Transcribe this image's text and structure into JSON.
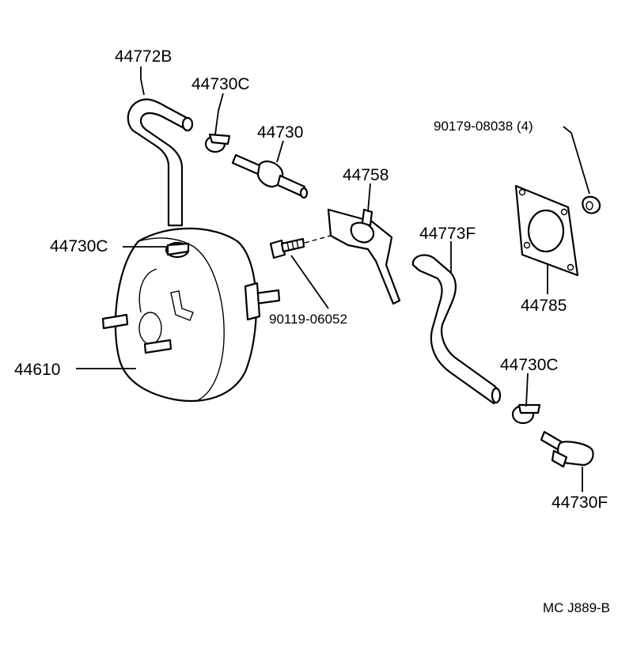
{
  "labels": {
    "hose_upper": "44772B",
    "clamp_top": "44730C",
    "check_valve": "44730",
    "bracket": "44758",
    "bolt_nut": "90179-08038 (4)",
    "clamp_booster": "44730C",
    "hose_lower": "44773F",
    "gasket": "44785",
    "bolt": "90119-06052",
    "booster": "44610",
    "clamp_lower": "44730C",
    "union": "44730F",
    "drawing_code": "MC  J889-B"
  }
}
